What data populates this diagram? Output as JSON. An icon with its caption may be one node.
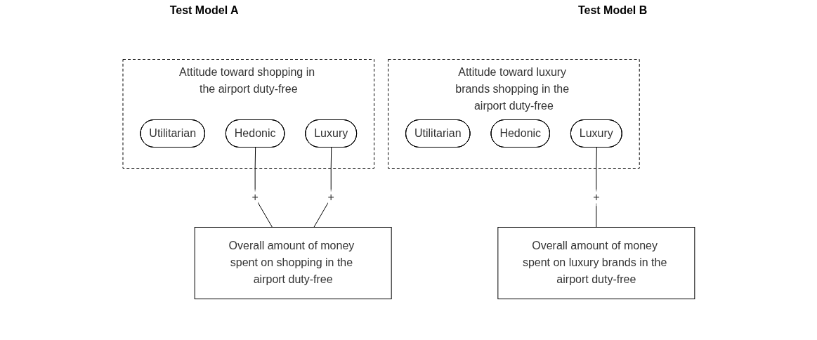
{
  "diagram": {
    "nodes": [
      {
        "text": [
          "Attitude toward shopping in the airport duty-free"
        ]
      },
      {
        "text": [
          "Utilitarian"
        ],
        "in": 0
      },
      {
        "text": [
          "Hedonic"
        ],
        "in": 0
      },
      {
        "text": [
          "Luxury"
        ],
        "in": 0
      },
      {
        "text": [
          "Overall amount of money spent on shopping in the airport duty-free"
        ]
      },
      {
        "text": [
          "Attitude toward luxury brands shopping in the airport duty-free"
        ]
      },
      {
        "text": [
          "Utilitarian"
        ],
        "in": 5
      },
      {
        "text": [
          "Hedonic"
        ],
        "in": 5
      },
      {
        "text": [
          "Luxury"
        ],
        "in": 5
      },
      {
        "text": [
          "Overall amount of money spent on luxury brands in the airport duty-free"
        ]
      }
    ],
    "edges": [
      {
        "from": 2,
        "to": 4,
        "arrow": "none",
        "label": "+"
      },
      {
        "from": 3,
        "to": 4,
        "arrow": "none",
        "label": "+"
      },
      {
        "from": 8,
        "to": 9,
        "arrow": "none",
        "label": "+"
      }
    ],
    "labels": [
      "Test Model A",
      "Test Model B"
    ]
  }
}
